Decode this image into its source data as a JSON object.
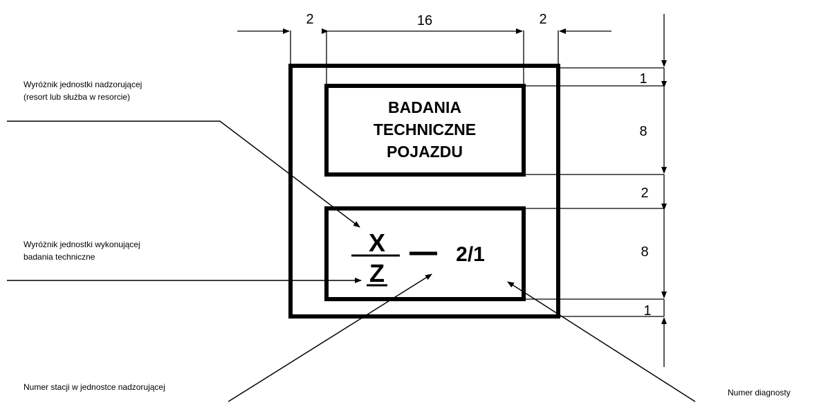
{
  "dimensions": {
    "left_margin": "2",
    "inner_width": "16",
    "right_margin": "2",
    "top_margin": "1",
    "top_box_height": "8",
    "gap": "2",
    "bottom_box_height": "8",
    "bottom_margin": "1"
  },
  "top_box": {
    "line1": "BADANIA",
    "line2": "TECHNICZNE",
    "line3": "POJAZDU"
  },
  "bottom_box": {
    "numerator": "X",
    "denominator": "Z",
    "dash": "—",
    "number": "2/1"
  },
  "callouts": {
    "supervising_unit_line1": "Wyróżnik jednostki nadzorującej",
    "supervising_unit_line2": "(resort lub służba w resorcie)",
    "executing_unit_line1": "Wyróżnik jednostki wykonującej",
    "executing_unit_line2": "badania techniczne",
    "station_number": "Numer stacji w jednostce nadzorującej",
    "diagnostician_number": "Numer diagnosty"
  }
}
